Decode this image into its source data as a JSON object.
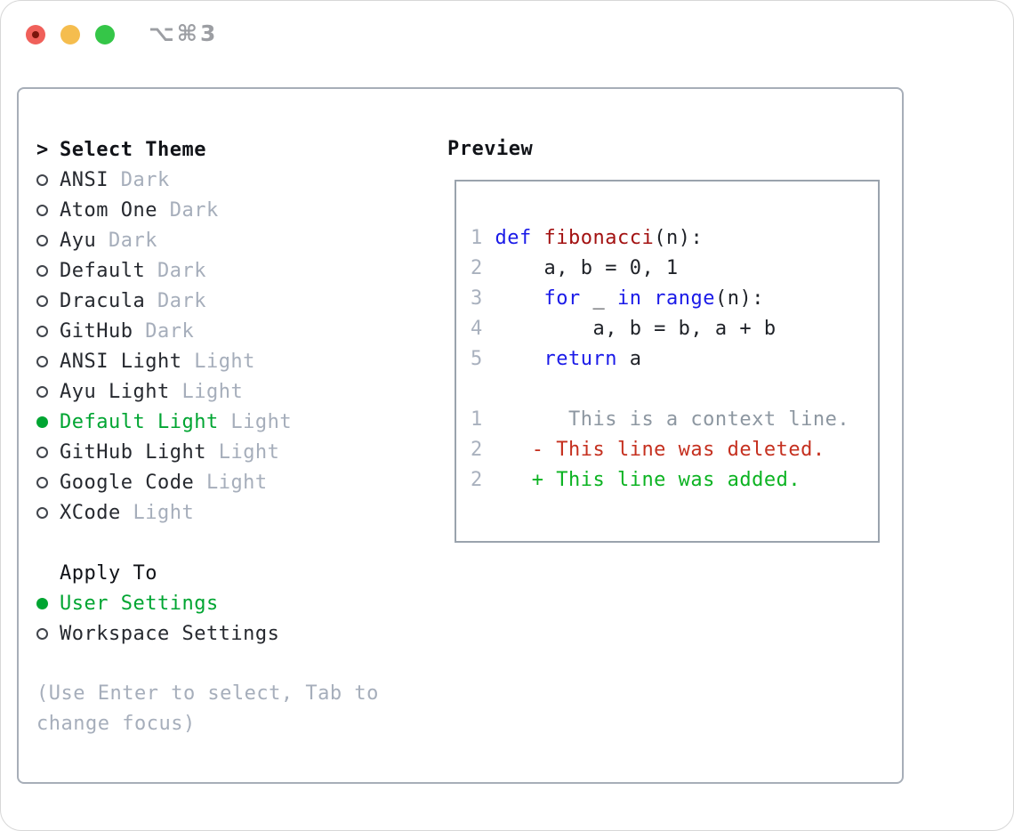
{
  "titlebar": {
    "shortcut": "⌥⌘3",
    "traffic_lights": [
      "close",
      "minimize",
      "zoom"
    ]
  },
  "theme_picker": {
    "header_prefix": ">",
    "header": "Select Theme",
    "items": [
      {
        "name": "ANSI",
        "variant": "Dark",
        "selected": false
      },
      {
        "name": "Atom One",
        "variant": "Dark",
        "selected": false
      },
      {
        "name": "Ayu",
        "variant": "Dark",
        "selected": false
      },
      {
        "name": "Default",
        "variant": "Dark",
        "selected": false
      },
      {
        "name": "Dracula",
        "variant": "Dark",
        "selected": false
      },
      {
        "name": "GitHub",
        "variant": "Dark",
        "selected": false
      },
      {
        "name": "ANSI Light",
        "variant": "Light",
        "selected": false
      },
      {
        "name": "Ayu Light",
        "variant": "Light",
        "selected": false
      },
      {
        "name": "Default Light",
        "variant": "Light",
        "selected": true
      },
      {
        "name": "GitHub Light",
        "variant": "Light",
        "selected": false
      },
      {
        "name": "Google Code",
        "variant": "Light",
        "selected": false
      },
      {
        "name": "XCode",
        "variant": "Light",
        "selected": false
      }
    ]
  },
  "apply_to": {
    "header": "Apply To",
    "options": [
      {
        "name": "User Settings",
        "selected": true
      },
      {
        "name": "Workspace Settings",
        "selected": false
      }
    ]
  },
  "help_lines": [
    "(Use Enter to select, Tab to",
    "change focus)"
  ],
  "preview": {
    "title": "Preview",
    "lines": [
      {
        "num": "1",
        "tokens": [
          {
            "t": "def ",
            "c": "kw"
          },
          {
            "t": "fibonacci",
            "c": "fn"
          },
          {
            "t": "(n):",
            "c": "pl"
          }
        ]
      },
      {
        "num": "2",
        "tokens": [
          {
            "t": "    a, b = 0, 1",
            "c": "pl"
          }
        ]
      },
      {
        "num": "3",
        "tokens": [
          {
            "t": "    ",
            "c": "pl"
          },
          {
            "t": "for",
            "c": "kw"
          },
          {
            "t": " _ ",
            "c": "pl"
          },
          {
            "t": "in",
            "c": "kw"
          },
          {
            "t": " ",
            "c": "pl"
          },
          {
            "t": "range",
            "c": "kw"
          },
          {
            "t": "(n):",
            "c": "pl"
          }
        ]
      },
      {
        "num": "4",
        "tokens": [
          {
            "t": "        a, b = b, a + b",
            "c": "pl"
          }
        ]
      },
      {
        "num": "5",
        "tokens": [
          {
            "t": "    ",
            "c": "pl"
          },
          {
            "t": "return",
            "c": "kw"
          },
          {
            "t": " a",
            "c": "pl"
          }
        ]
      },
      {
        "num": "",
        "tokens": []
      },
      {
        "num": "1",
        "tokens": [
          {
            "t": "      This is a context line.",
            "c": "ctx"
          }
        ]
      },
      {
        "num": "2",
        "tokens": [
          {
            "t": "   - This line was deleted.",
            "c": "del"
          }
        ]
      },
      {
        "num": "2",
        "tokens": [
          {
            "t": "   + This line was added.",
            "c": "add"
          }
        ]
      }
    ]
  },
  "colors": {
    "selection_green": "#00a532",
    "diff_added_green": "#0cb322",
    "diff_deleted_red": "#c5301f",
    "keyword_blue": "#1a1ae8",
    "function_red": "#a31212",
    "muted_gray": "#a6aebb",
    "context_gray": "#8d97a1",
    "window_border": "#a7aeb8",
    "traffic_red": "#f0605a",
    "traffic_red_dot": "#7b150c",
    "traffic_yellow": "#f5bd4e",
    "traffic_green": "#35c648"
  }
}
